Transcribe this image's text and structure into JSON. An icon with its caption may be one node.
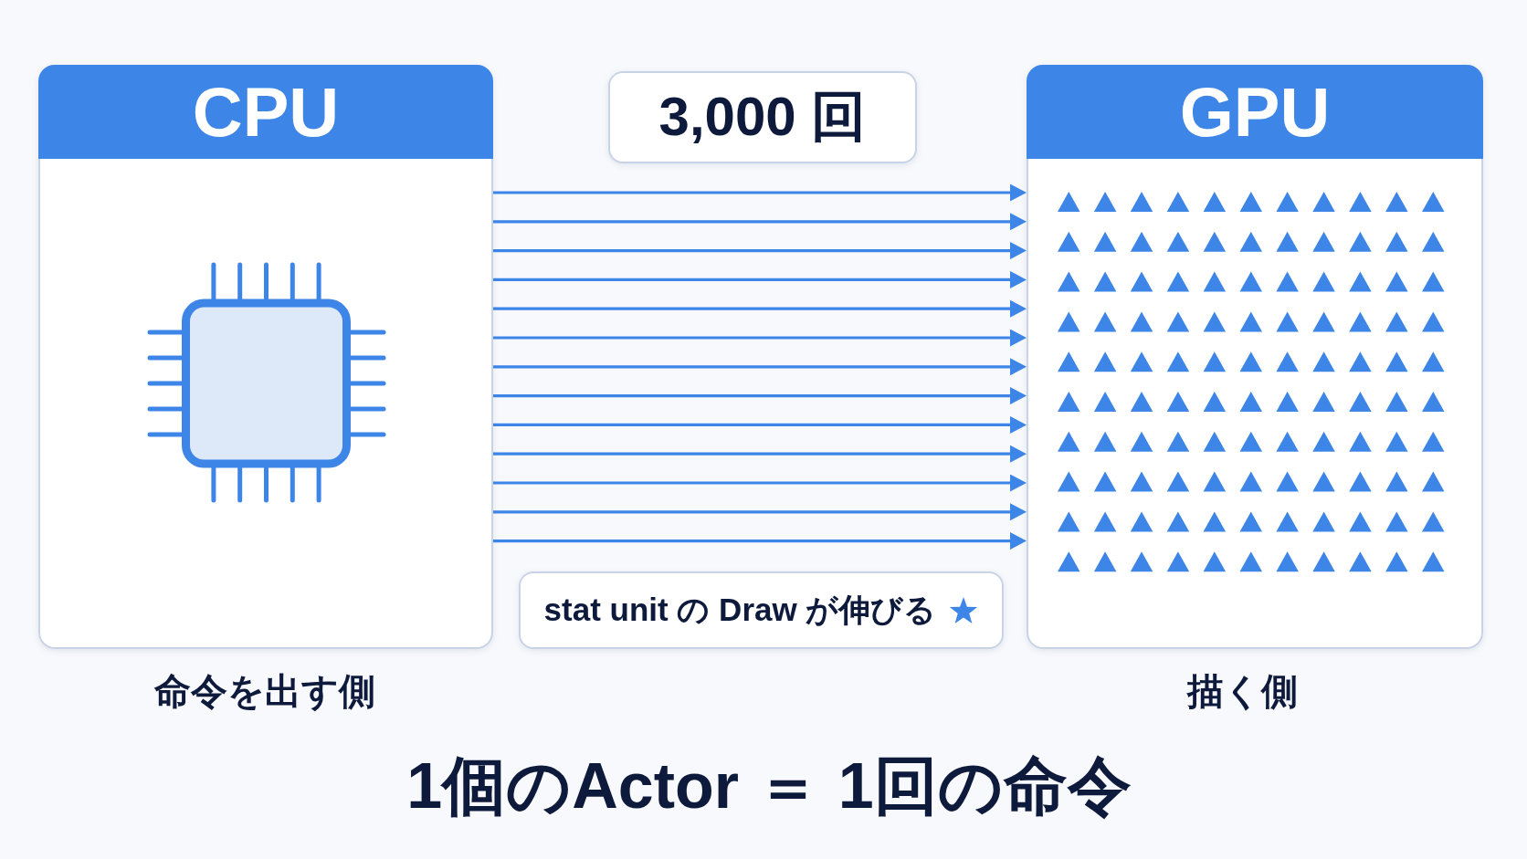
{
  "diagram": {
    "caption": "1個のActor ＝ 1回の命令",
    "nodes": [
      {
        "text": [
          "CPU"
        ],
        "beside": [
          "命令を出す側"
        ]
      },
      {
        "text": [
          "3,000 回"
        ]
      },
      {
        "text": [
          "stat unit の Draw が伸びる"
        ]
      },
      {
        "text": [
          "GPU"
        ],
        "beside": [
          "描く側"
        ]
      }
    ],
    "edges": [
      {
        "from": 0,
        "to": 3,
        "arrow": "to"
      },
      {
        "from": 0,
        "to": 3,
        "arrow": "to"
      },
      {
        "from": 0,
        "to": 3,
        "arrow": "to"
      },
      {
        "from": 0,
        "to": 3,
        "arrow": "to"
      },
      {
        "from": 0,
        "to": 3,
        "arrow": "to"
      },
      {
        "from": 0,
        "to": 3,
        "arrow": "to"
      },
      {
        "from": 0,
        "to": 3,
        "arrow": "to"
      },
      {
        "from": 0,
        "to": 3,
        "arrow": "to"
      },
      {
        "from": 0,
        "to": 3,
        "arrow": "to"
      },
      {
        "from": 0,
        "to": 3,
        "arrow": "to"
      },
      {
        "from": 0,
        "to": 3,
        "arrow": "to"
      },
      {
        "from": 0,
        "to": 3,
        "arrow": "to"
      },
      {
        "from": 0,
        "to": 3,
        "arrow": "to"
      }
    ]
  }
}
